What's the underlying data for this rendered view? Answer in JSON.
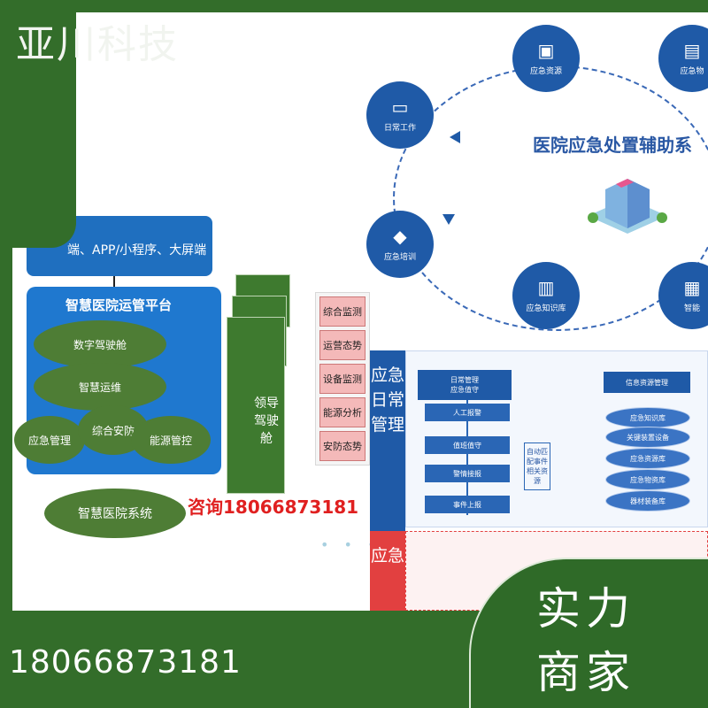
{
  "brand": "亚川科技",
  "left_diagram": {
    "top_bar": "端、APP/小程序、大屏端",
    "platform_title": "智慧医院运管平台",
    "modules": [
      "数字驾驶舱",
      "智慧运维",
      "应急管理",
      "综合安防",
      "能源管控"
    ],
    "cockpit": "领导驾驶舱",
    "side_items": [
      "综合监测",
      "运营态势",
      "设备监测",
      "能源分析",
      "安防态势"
    ],
    "hospital_system": "智慧医院系统",
    "dots": "• • •"
  },
  "consult": "咨询18066873181",
  "right_diagram": {
    "title": "医院应急处置辅助系",
    "nodes": [
      {
        "label": "应急资源",
        "icon": "box-icon"
      },
      {
        "label": "应急物",
        "icon": "clipboard-icon"
      },
      {
        "label": "日常工作",
        "icon": "monitor-icon"
      },
      {
        "label": "应急培训",
        "icon": "graduation-cap-icon"
      },
      {
        "label": "应急知识库",
        "icon": "book-icon"
      },
      {
        "label": "智能",
        "icon": "chart-icon"
      }
    ]
  },
  "flow": {
    "daily_title": "应急日常管理",
    "other_title": "应急",
    "head": "日常管理\n应急值守",
    "steps": [
      "人工报警",
      "值班值守",
      "警情接报",
      "事件上报"
    ],
    "side_note": "自动匹配事件相关资源",
    "db_head": "信息资源管理",
    "dbs": [
      "应急知识库",
      "关键装置设备",
      "应急资源库",
      "应急物资库",
      "器材装备库"
    ]
  },
  "bottom": {
    "phone": "18066873181",
    "badge_line1": "实力",
    "badge_line2": "商家"
  }
}
